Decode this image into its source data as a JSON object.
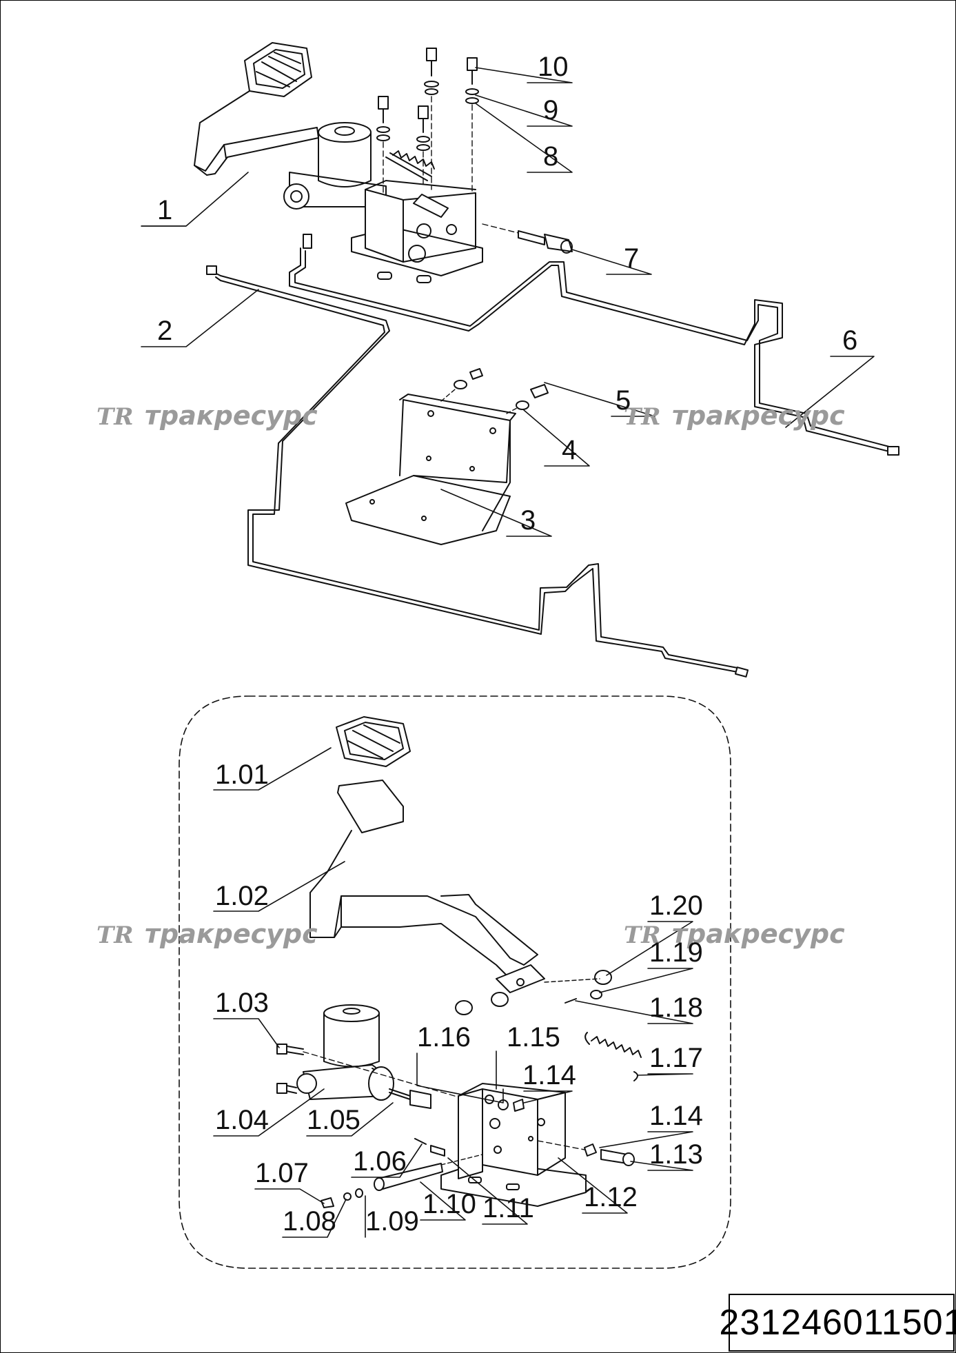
{
  "drawing": {
    "callouts_main": [
      "1",
      "2",
      "3",
      "4",
      "5",
      "6",
      "7",
      "8",
      "9",
      "10"
    ],
    "callouts_detail": [
      "1.01",
      "1.02",
      "1.03",
      "1.04",
      "1.05",
      "1.06",
      "1.07",
      "1.08",
      "1.09",
      "1.10",
      "1.11",
      "1.12",
      "1.13",
      "1.14",
      "1.14",
      "1.15",
      "1.16",
      "1.17",
      "1.18",
      "1.19",
      "1.20"
    ],
    "watermark": {
      "logo": "TR",
      "text": "тракресурс"
    },
    "document_number": "231246011501"
  }
}
